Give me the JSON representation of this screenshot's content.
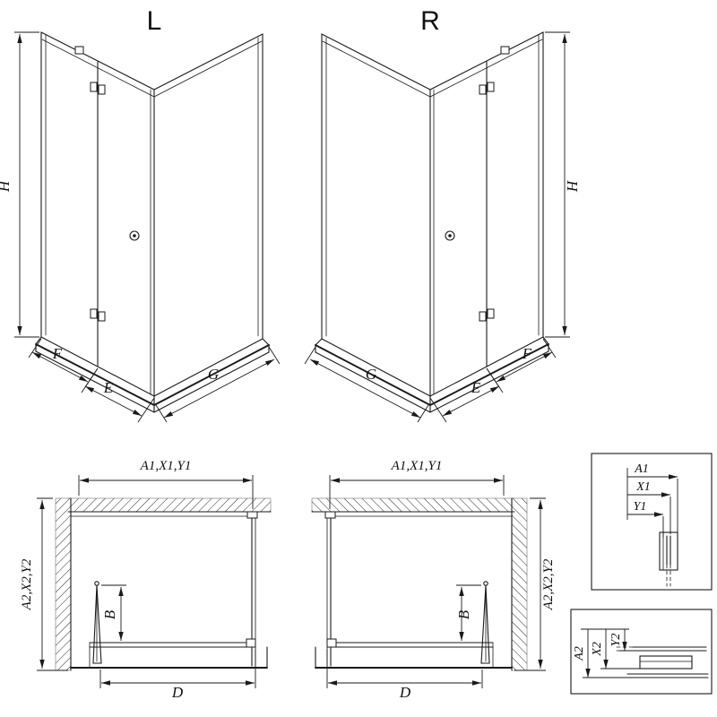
{
  "page": {
    "background": "#ffffff",
    "line_color": "#1a1a1a",
    "description": "Technical drawing of corner shower enclosure, left (L) and right (R) versions, with plan views and profile adjustment details"
  },
  "views": {
    "front_left": {
      "title": "L",
      "dim_h": "H",
      "dim_f": "F",
      "dim_e": "E",
      "dim_g": "G"
    },
    "front_right": {
      "title": "R",
      "dim_h": "H",
      "dim_f": "F",
      "dim_e": "E",
      "dim_g": "G"
    },
    "plan_left": {
      "dim_top": "A1,X1,Y1",
      "dim_side": "A2,X2,Y2",
      "dim_b": "B",
      "dim_d": "D"
    },
    "plan_right": {
      "dim_top": "A1,X1,Y1",
      "dim_side": "A2,X2,Y2",
      "dim_b": "B",
      "dim_d": "D"
    },
    "detail_top": {
      "dim_a1": "A1",
      "dim_x1": "X1",
      "dim_y1": "Y1"
    },
    "detail_bottom": {
      "dim_a2": "A2",
      "dim_x2": "X2",
      "dim_y2": "Y2"
    }
  }
}
